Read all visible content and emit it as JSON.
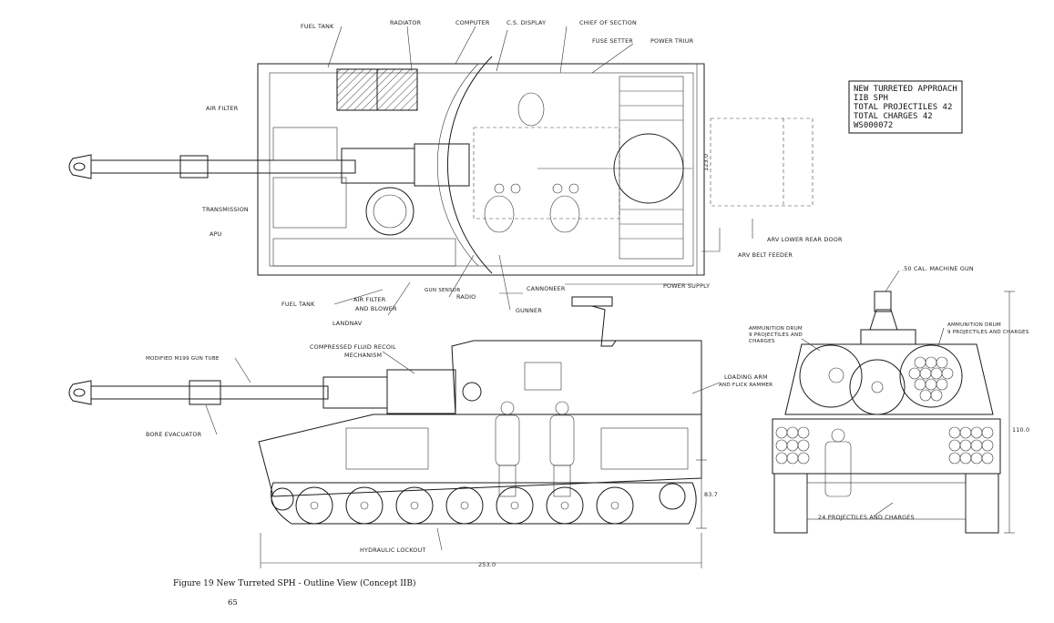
{
  "info_box": {
    "line1": "NEW TURRETED APPROACH",
    "line2": "IIB  SPH",
    "line3": "TOTAL  PROJECTILES 42",
    "line4": "TOTAL  CHARGES     42",
    "line5": "WS000072"
  },
  "top_view": {
    "fuel_tank_top": "FUEL TANK",
    "radiator": "RADIATOR",
    "computer": "COMPUTER",
    "cs_display": "C.S. DISPLAY",
    "chief_of_section": "CHIEF OF SECTION",
    "fuse_setter": "FUSE SETTER",
    "power_triur": "POWER TRIUR",
    "air_filter": "AIR FILTER",
    "transmission": "TRANSMISSION",
    "apu": "APU",
    "dim_123": "123.0",
    "arv_lower_rear_door": "ARV LOWER REAR DOOR",
    "arv_belt_feeder": "ARV BELT FEEDER",
    "fuel_tank_bottom": "FUEL TANK",
    "air_filter_blower": "AIR FILTER",
    "and_blower": "AND BLOWER",
    "landnav": "LANDNAV",
    "gun_sensor": "GUN SENSOR",
    "radio": "RADIO",
    "cannoneer": "CANNONEER",
    "power_supply": "POWER SUPPLY",
    "gunner": "GUNNER"
  },
  "side_view": {
    "modified_gun_tube": "MODIFIED M199 GUN TUBE",
    "compressed_fluid": "COMPRESSED FLUID RECOIL",
    "mechanism": "MECHANISM",
    "bore_evacuator": "BORE EVACUATOR",
    "loading_arm": "LOADING ARM",
    "flick_rammer": "AND FLICK RAMMER",
    "dim_83": "83.7",
    "hydraulic_lockout": "HYDRAULIC LOCKOUT",
    "dim_253": "253.0"
  },
  "rear_view": {
    "mg_50": ".50 CAL. MACHINE GUN",
    "ammo_drum_left_1": "AMMUNITION DRUM",
    "ammo_drum_left_2": "9 PROJECTILES AND",
    "ammo_drum_left_3": "CHARGES",
    "ammo_drum_right_1": "AMMUNITION DRUM",
    "ammo_drum_right_2": "9 PROJECTILES AND CHARGES",
    "dim_110": "110.0",
    "projectiles_24": "24 PROJECTILES AND CHARGES"
  },
  "caption": "Figure 19   New Turreted SPH - Outline View (Concept IIB)",
  "page_number": "65"
}
